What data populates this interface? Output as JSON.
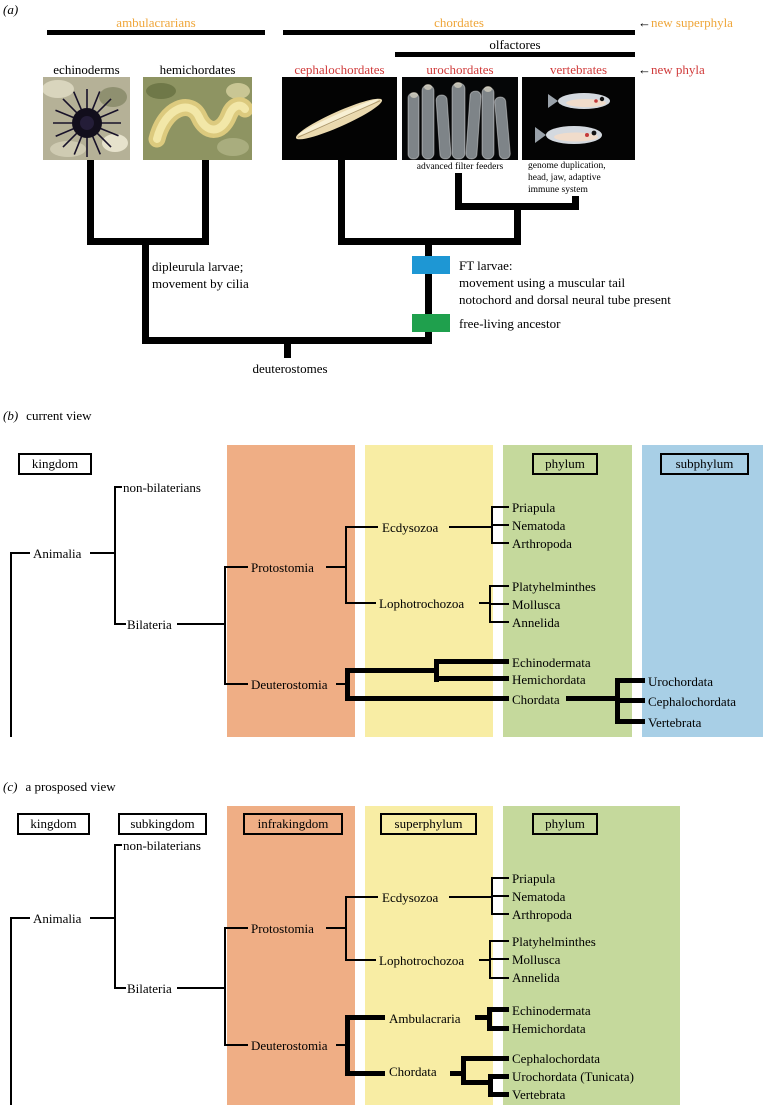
{
  "a": {
    "label": "(a)",
    "arrow": "←",
    "groups": {
      "ambulacrarians": "ambulacrarians",
      "chordates": "chordates",
      "olfactores": "olfactores"
    },
    "annotations": {
      "new_superphyla": "new superphyla",
      "new_phyla": "new phyla",
      "advanced_filter_feeders": "advanced filter feeders",
      "vertebrate_traits_1": "genome duplication,",
      "vertebrate_traits_2": "head, jaw, adaptive",
      "vertebrate_traits_3": "immune system",
      "dipleurula_1": "dipleurula larvae;",
      "dipleurula_2": "movement by cilia",
      "ft_larvae_1": "FT larvae:",
      "ft_larvae_2": "movement using a muscular tail",
      "ft_larvae_3": "notochord and dorsal neural tube present",
      "free_living": "free-living ancestor",
      "deuterostomes": "deuterostomes"
    },
    "taxa": {
      "echinoderms": "echinoderms",
      "hemichordates": "hemichordates",
      "cephalochordates": "cephalochordates",
      "urochordates": "urochordates",
      "vertebrates": "vertebrates"
    },
    "photos": {
      "echinoderms": "sea-urchin-photo",
      "hemichordates": "acorn-worm-photo",
      "cephalochordates": "lancelet-photo",
      "urochordates": "tunicate-colony-photo",
      "vertebrates": "fish-photo"
    }
  },
  "b": {
    "label": "(b)",
    "title": "current view",
    "rank_boxes": {
      "kingdom": "kingdom",
      "phylum": "phylum",
      "subphylum": "subphylum"
    },
    "tree": {
      "animalia": "Animalia",
      "non_bilaterians": "non-bilaterians",
      "bilateria": "Bilateria",
      "protostomia": "Protostomia",
      "ecdysozoa": "Ecdysozoa",
      "priapula": "Priapula",
      "nematoda": "Nematoda",
      "arthropoda": "Arthropoda",
      "lophotrochozoa": "Lophotrochozoa",
      "platyhelminthes": "Platyhelminthes",
      "mollusca": "Mollusca",
      "annelida": "Annelida",
      "deuterostomia": "Deuterostomia",
      "echinodermata": "Echinodermata",
      "hemichordata": "Hemichordata",
      "chordata": "Chordata",
      "urochordata": "Urochordata",
      "cephalochordata": "Cephalochordata",
      "vertebrata": "Vertebrata"
    }
  },
  "c": {
    "label": "(c)",
    "title": "a prosposed view",
    "rank_boxes": {
      "kingdom": "kingdom",
      "subkingdom": "subkingdom",
      "infrakingdom": "infrakingdom",
      "superphylum": "superphylum",
      "phylum": "phylum"
    },
    "tree": {
      "animalia": "Animalia",
      "non_bilaterians": "non-bilaterians",
      "bilateria": "Bilateria",
      "protostomia": "Protostomia",
      "ecdysozoa": "Ecdysozoa",
      "priapula": "Priapula",
      "nematoda": "Nematoda",
      "arthropoda": "Arthropoda",
      "lophotrochozoa": "Lophotrochozoa",
      "platyhelminthes": "Platyhelminthes",
      "mollusca": "Mollusca",
      "annelida": "Annelida",
      "deuterostomia": "Deuterostomia",
      "ambulacraria": "Ambulacraria",
      "echinodermata": "Echinodermata",
      "hemichordata": "Hemichordata",
      "chordata": "Chordata",
      "cephalochordata": "Cephalochordata",
      "urochordata_tunicata": "Urochordata (Tunicata)",
      "vertebrata": "Vertebrata"
    }
  },
  "colors": {
    "orange_band": "#efae85",
    "yellow_band": "#f8eda4",
    "green_band": "#c5d99c",
    "blue_band": "#a8cfe6",
    "blue_marker": "#1e97d4",
    "green_marker": "#1fa04d",
    "orange_text": "#efa63a",
    "red_text": "#d03a3a",
    "line_black": "#000000"
  }
}
